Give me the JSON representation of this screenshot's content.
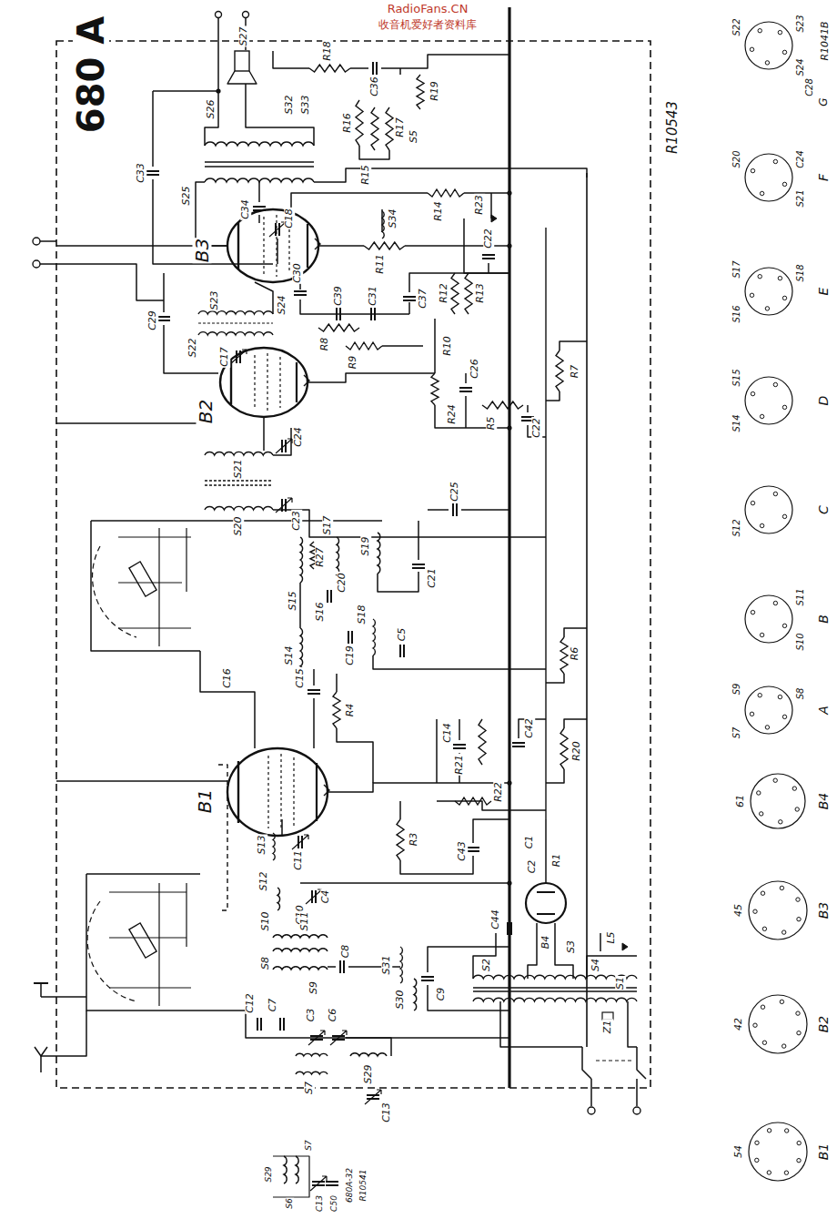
{
  "diagram": {
    "title": "680 A",
    "labels": [
      "RadioFans.CN",
      "收音机爱好者资料库",
      "R10543",
      "R1041B",
      "S27",
      "S26",
      "S25",
      "C33",
      "R18",
      "C36",
      "R19",
      "S32",
      "S33",
      "C34",
      "R16",
      "R15",
      "R17",
      "S5",
      "R14",
      "R23",
      "B3",
      "S34",
      "C22",
      "R12",
      "R13",
      "R11",
      "C30",
      "C39",
      "C31",
      "C37",
      "R8",
      "R9",
      "C18",
      "S24",
      "S23",
      "C29",
      "S22",
      "C17",
      "R10",
      "B2",
      "C24",
      "S21",
      "S20",
      "C23",
      "C26",
      "C22",
      "R7",
      "R24",
      "R5",
      "C25",
      "S15",
      "R27",
      "S17",
      "S19",
      "S14",
      "S16",
      "C20",
      "C19",
      "S18",
      "C21",
      "C5",
      "R6",
      "C16",
      "C15",
      "R4",
      "B1",
      "C14",
      "C42",
      "R20",
      "R21",
      "R22",
      "S13",
      "C11",
      "S12",
      "C4",
      "R3",
      "C43",
      "C1",
      "C2",
      "R1",
      "C10",
      "S10",
      "S11",
      "S8",
      "S9",
      "S31",
      "C8",
      "C9",
      "S30",
      "C12",
      "C7",
      "C3",
      "C6",
      "S7",
      "S29",
      "C13",
      "B4",
      "S2",
      "C44",
      "S3",
      "S4",
      "L5",
      "Z1",
      "S1",
      "S29",
      "S6",
      "S7",
      "C13",
      "C50",
      "680A-32",
      "R10541",
      "54",
      "B1",
      "42",
      "B2",
      "45",
      "B3",
      "61",
      "B4",
      "A",
      "S7",
      "S8",
      "S9",
      "B",
      "S10",
      "S11",
      "C",
      "S12",
      "D",
      "S14",
      "S15",
      "E",
      "S16",
      "S17",
      "S18",
      "F",
      "S20",
      "C24",
      "S21",
      "G",
      "S22",
      "S23",
      "S24",
      "C28"
    ]
  }
}
